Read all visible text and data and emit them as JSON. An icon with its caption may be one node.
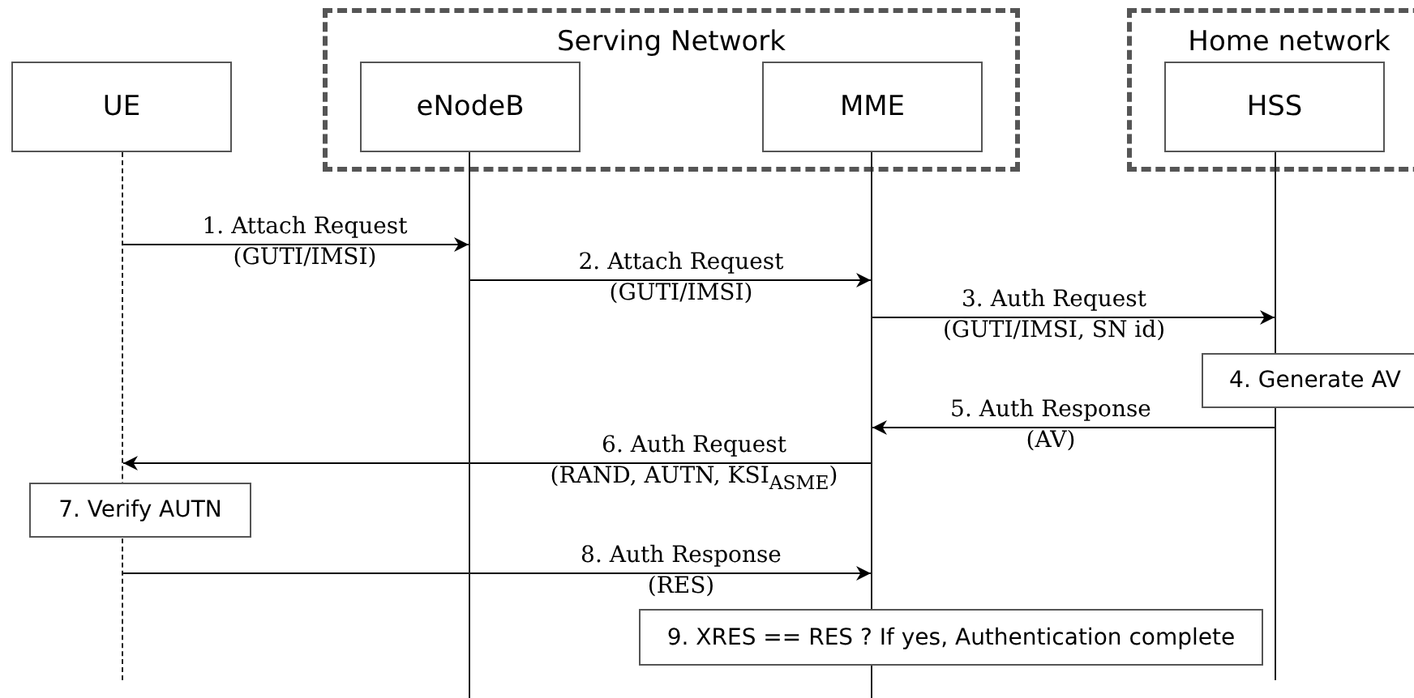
{
  "diagram": {
    "nodes": [
      {
        "text": [
          "UE"
        ]
      },
      {
        "text": [
          "Serving Network"
        ]
      },
      {
        "text": [
          "eNodeB"
        ],
        "in": 1
      },
      {
        "text": [
          "MME"
        ],
        "in": 1
      },
      {
        "text": [
          "Home network"
        ]
      },
      {
        "text": [
          "HSS"
        ],
        "in": 4
      },
      {
        "text": [],
        "shape": "line"
      },
      {
        "text": [],
        "shape": "line"
      },
      {
        "text": [],
        "shape": "line"
      },
      {
        "text": [],
        "shape": "line"
      },
      {
        "text": [
          "4. Generate AV"
        ]
      },
      {
        "text": [
          "7. Verify AUTN"
        ]
      },
      {
        "text": [
          "9. XRES == RES ? If yes, Authentication complete"
        ]
      }
    ],
    "edges": [
      {
        "from": 6,
        "to": 7,
        "arrow": "to",
        "label": "1. Attach Request (GUTI/IMSI)"
      },
      {
        "from": 7,
        "to": 8,
        "arrow": "to",
        "label": "2. Attach Request (GUTI/IMSI)"
      },
      {
        "from": 8,
        "to": 9,
        "arrow": "to",
        "label": "3. Auth Request (GUTI/IMSI, SN id)"
      },
      {
        "from": 9,
        "to": 8,
        "arrow": "to",
        "label": "5. Auth Response (AV)"
      },
      {
        "from": 8,
        "to": 6,
        "arrow": "to",
        "label": "6. Auth Request (RAND, AUTN, KSI$_{ASME}$)"
      },
      {
        "from": 6,
        "to": 8,
        "arrow": "to",
        "label": "8. Auth Response (RES)"
      }
    ]
  }
}
